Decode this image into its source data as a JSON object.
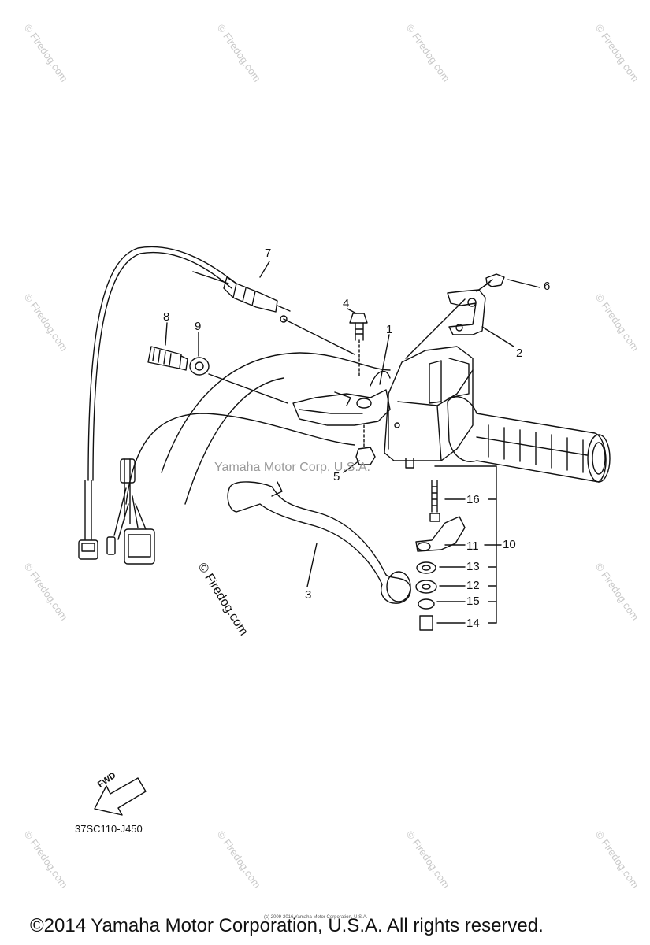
{
  "watermark": {
    "text": "© Firedog.com",
    "color": "#c9c9c9"
  },
  "center_watermark": "Yamaha Motor Corp, U.S.A.",
  "diagonal_watermark": "© Firedog.com",
  "callouts": [
    "1",
    "2",
    "3",
    "4",
    "5",
    "6",
    "7",
    "8",
    "9",
    "10",
    "11",
    "12",
    "13",
    "14",
    "15",
    "16"
  ],
  "fwd_label": "FWD",
  "diagram_code": "37SC110-J450",
  "footer": {
    "copyright": "©2014 Yamaha Motor Corporation, U.S.A. All rights reserved.",
    "fineprint": "(c) 2009-2016 Yamaha Motor Corporation, U.S.A."
  },
  "colors": {
    "line": "#111111",
    "background": "#ffffff"
  }
}
